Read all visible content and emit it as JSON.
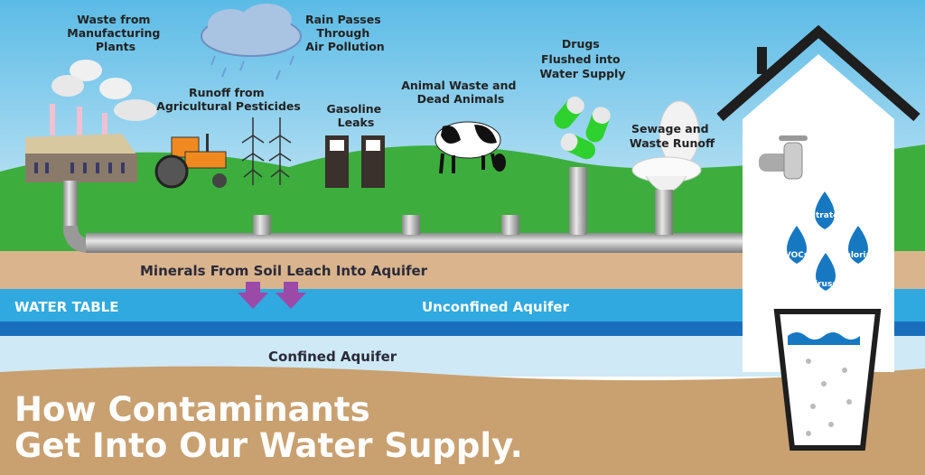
{
  "labels": {
    "manufacturing": [
      "Waste from",
      "Manufacturing",
      "Plants"
    ],
    "rain": [
      "Rain Passes",
      "Through",
      "Air Pollution"
    ],
    "pesticides": [
      "Runoff from",
      "Agricultural Pesticides"
    ],
    "gasoline": [
      "Gasoline",
      "Leaks"
    ],
    "animal": [
      "Animal Waste and",
      "Dead Animals"
    ],
    "drugs": [
      "Drugs",
      "Flushed into",
      "Water Supply"
    ],
    "sewage": [
      "Sewage and",
      "Waste Runoff"
    ]
  },
  "layers": {
    "minerals": "Minerals From Soil Leach Into Aquifer",
    "water_table": "WATER TABLE",
    "unconfined": "Unconfined Aquifer",
    "confined": "Confined Aquifer"
  },
  "contaminants": [
    "Nitrates",
    "VOCs",
    "Chlorine",
    "Viruses"
  ],
  "title": [
    "How Contaminants",
    "Get Into Our Water Supply."
  ],
  "colors": {
    "sky_top": "#5bbbe6",
    "grass": "#3dae3d",
    "soil": "#d9b48c",
    "water_light": "#2fa9e0",
    "water_dark": "#1a6fbd",
    "drop": "#1778c2",
    "arrow": "#9b4aa8"
  }
}
